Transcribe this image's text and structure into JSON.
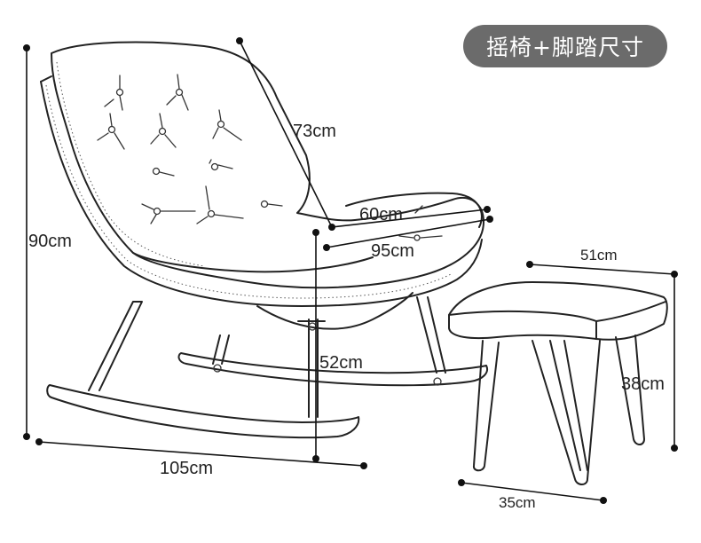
{
  "title": "摇椅+脚踏尺寸",
  "rocking_chair": {
    "height": "90cm",
    "backrest_length": "73cm",
    "seat_width": "60cm",
    "seat_depth": "95cm",
    "seat_height": "52cm",
    "base_length": "105cm"
  },
  "footstool": {
    "top_width": "51cm",
    "height": "38cm",
    "base_width": "35cm"
  },
  "colors": {
    "badge_bg": "#6b6b6b",
    "badge_text": "#ffffff",
    "line": "#222222"
  }
}
